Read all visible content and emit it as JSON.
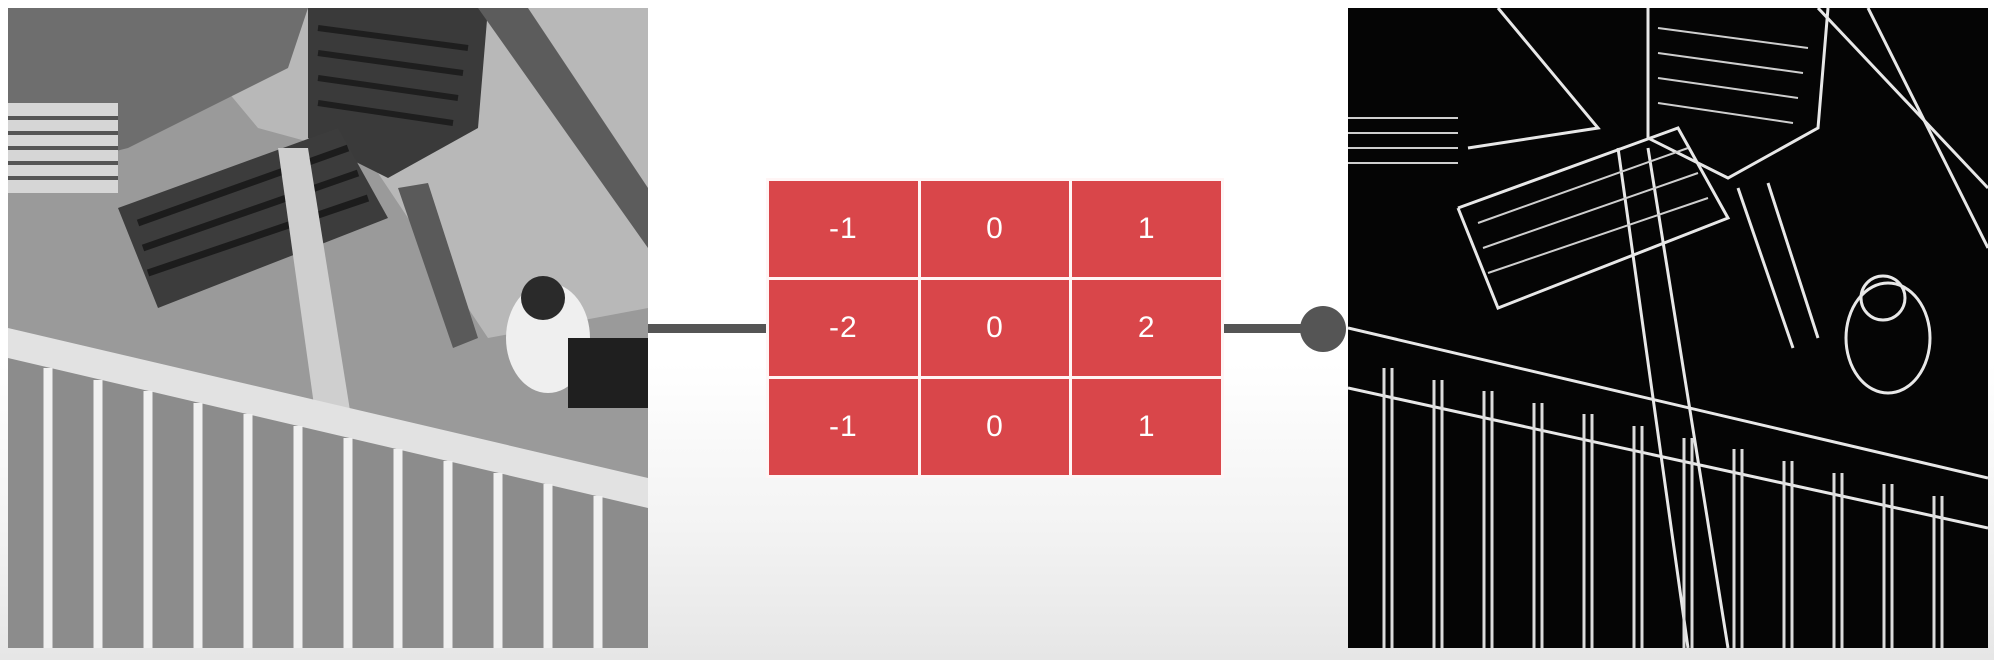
{
  "input_image": {
    "description_icon": "grayscale-staircase-photo-icon",
    "tone": "grayscale"
  },
  "output_image": {
    "description_icon": "edge-detected-staircase-photo-icon",
    "tone": "inverted-edges"
  },
  "kernel": {
    "accent": "#d9464a",
    "rows": [
      [
        "-1",
        "0",
        "1"
      ],
      [
        "-2",
        "0",
        "2"
      ],
      [
        "-1",
        "0",
        "1"
      ]
    ]
  },
  "connector": {
    "color": "#555555"
  }
}
